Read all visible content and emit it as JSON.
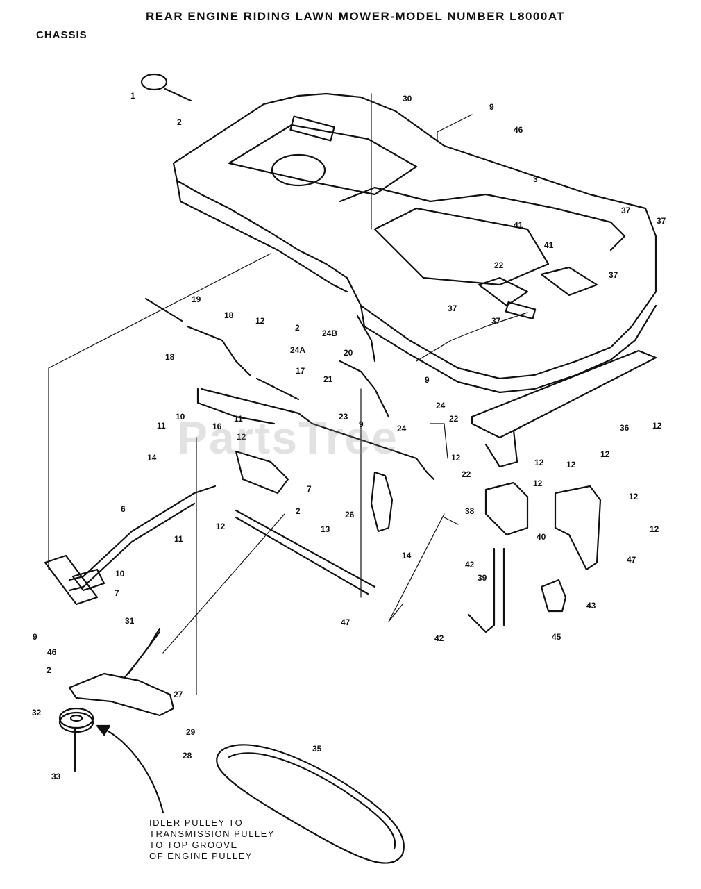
{
  "header": {
    "title": "REAR ENGINE RIDING LAWN MOWER-MODEL NUMBER  L8000AT",
    "section": "CHASSIS"
  },
  "watermark": "PartsTree",
  "note": {
    "line1": "IDLER PULLEY TO",
    "line2": "TRANSMISSION  PULLEY",
    "line3": "TO TOP GROOVE",
    "line4": "OF ENGINE PULLEY"
  },
  "callouts": {
    "c1": "1",
    "c2a": "2",
    "c30": "30",
    "c9a": "9",
    "c46a": "46",
    "c3": "3",
    "c37a": "37",
    "c37b": "37",
    "c41a": "41",
    "c41b": "41",
    "c22a": "22",
    "c37c": "37",
    "c37d": "37",
    "c37e": "37",
    "c19": "19",
    "c12a": "12",
    "c2b": "2",
    "c24b": "24B",
    "c18a": "18",
    "c18b": "18",
    "c24a": "24A",
    "c20": "20",
    "c17": "17",
    "c21": "21",
    "c9b": "9",
    "c24c": "24",
    "c9c": "9",
    "c24d": "24",
    "c22b": "22",
    "c12b": "12",
    "c22c": "22",
    "c23": "23",
    "c36": "36",
    "c12c": "12",
    "c12d": "12",
    "c12e": "12",
    "c12f": "12",
    "c12g": "12",
    "c12h": "12",
    "c12i": "12",
    "c10a": "10",
    "c16": "16",
    "c11a": "11",
    "c11b": "11",
    "c12j": "12",
    "c14a": "14",
    "c7a": "7",
    "c2c": "2",
    "c6": "6",
    "c26": "26",
    "c38": "38",
    "c40": "40",
    "c12k": "12",
    "c13": "13",
    "c11c": "11",
    "c10b": "10",
    "c7b": "7",
    "c14b": "14",
    "c42a": "42",
    "c39": "39",
    "c47a": "47",
    "c47b": "47",
    "c43": "43",
    "c9d": "9",
    "c46b": "46",
    "c31": "31",
    "c42b": "42",
    "c45": "45",
    "c2d": "2",
    "c27": "27",
    "c32": "32",
    "c29": "29",
    "c28": "28",
    "c33": "33",
    "c35": "35"
  }
}
